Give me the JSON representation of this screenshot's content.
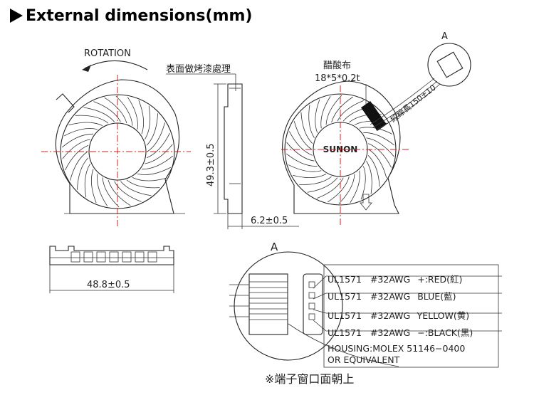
{
  "title": "External dimensions(mm)",
  "labels": {
    "rotation": "ROTATION",
    "surface_finish": "表面做烤漆處理",
    "acetate_tape": "醋酸布",
    "tape_size": "18*5*0.2t",
    "height_dim": "49.3±0.5",
    "thickness_dim": "6.2±0.5",
    "width_dim": "48.8±0.5",
    "brand": "SUNON",
    "cable": "絞線長150±10",
    "view_a_top": "A",
    "view_a_detail": "A",
    "housing_line1": "HOUSING:MOLEX 51146−0400",
    "housing_line2": "OR EQUIVALENT",
    "terminal_note": "※端子窗口面朝上"
  },
  "wires": [
    {
      "spec": "UL1571",
      "awg": "#32AWG",
      "signal": "+:RED(紅)"
    },
    {
      "spec": "UL1571",
      "awg": "#32AWG",
      "signal": "BLUE(藍)"
    },
    {
      "spec": "UL1571",
      "awg": "#32AWG",
      "signal": "YELLOW(黄)"
    },
    {
      "spec": "UL1571",
      "awg": "#32AWG",
      "signal": "−:BLACK(黑)"
    }
  ]
}
